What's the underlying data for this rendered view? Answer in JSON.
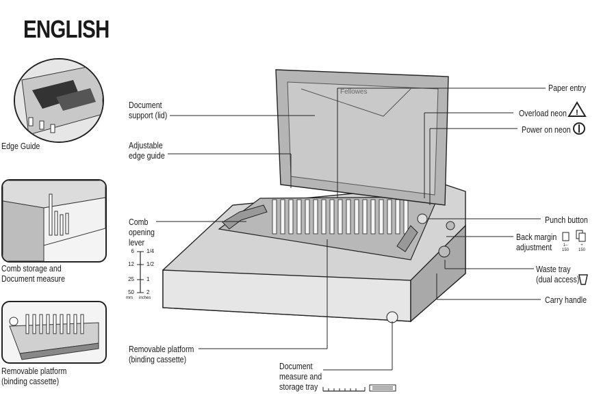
{
  "page": {
    "heading": "ENGLISH"
  },
  "thumbnails": {
    "edge_guide": "Edge Guide",
    "comb_storage": "Comb storage and\nDocument measure",
    "removable_platform": "Removable platform\n(binding cassette)"
  },
  "callouts": {
    "document_support": "Document\nsupport (lid)",
    "adjustable_edge_guide": "Adjustable\nedge guide",
    "comb_opening_lever": "Comb\nopening\nlever",
    "removable_platform": "Removable platform\n(binding cassette)",
    "document_measure": "Document\nmeasure and\nstorage tray",
    "paper_entry": "Paper entry",
    "overload_neon": "Overload neon",
    "power_on_neon": "Power on neon",
    "punch_button": "Punch button",
    "back_margin": "Back margin\nadjustment",
    "waste_tray": "Waste tray\n(dual access)",
    "carry_handle": "Carry handle"
  },
  "scale": {
    "mm": [
      "6",
      "12",
      "25",
      "50"
    ],
    "inches": [
      "1/4",
      "1/2",
      "1",
      "2"
    ],
    "mm_unit": "mm",
    "inches_unit": "inches"
  },
  "margin_icons": {
    "minus": "1–\n150",
    "plus": "+\n150"
  },
  "brand": "Fellowes",
  "colors": {
    "machine": "#cfcfcf",
    "machine_dark": "#9a9a9a",
    "outline": "#222222"
  }
}
